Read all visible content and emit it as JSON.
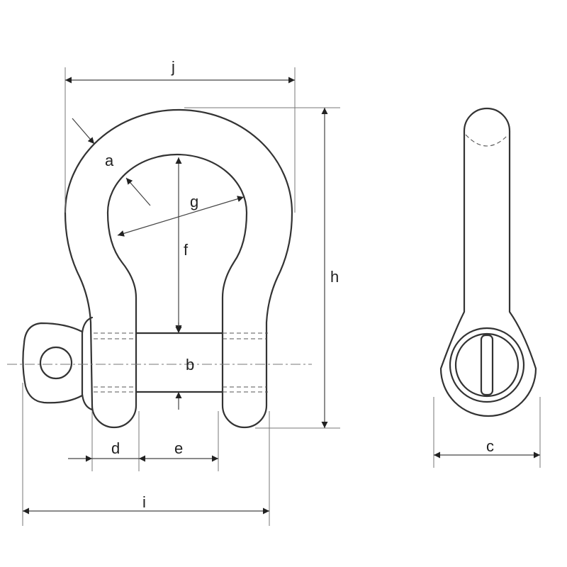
{
  "labels": {
    "a": "a",
    "b": "b",
    "c": "c",
    "d": "d",
    "e": "e",
    "f": "f",
    "g": "g",
    "h": "h",
    "i": "i",
    "j": "j"
  }
}
